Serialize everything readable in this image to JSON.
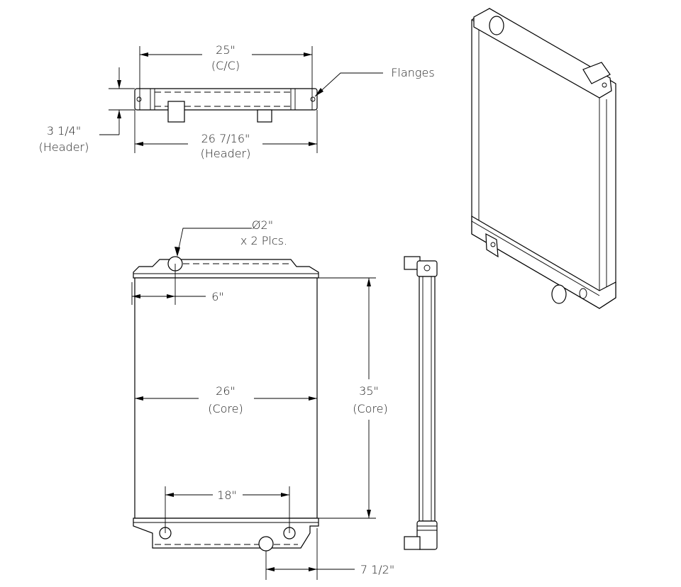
{
  "top_view": {
    "cc_value": "25\"",
    "cc_label": "(C/C)",
    "header_width_value": "26 7/16\"",
    "header_width_label": "(Header)",
    "header_height_value": "3 1/4\"",
    "header_height_label": "(Header)",
    "flanges_label": "Flanges"
  },
  "front_view": {
    "pipe_diameter": "Ø2\"",
    "pipe_count": "x 2 Plcs.",
    "pipe_offset": "6\"",
    "core_width_value": "26\"",
    "core_width_label": "(Core)",
    "core_height_value": "35\"",
    "core_height_label": "(Core)",
    "mount_spacing": "18\"",
    "bottom_pipe_offset": "7 1/2\""
  }
}
